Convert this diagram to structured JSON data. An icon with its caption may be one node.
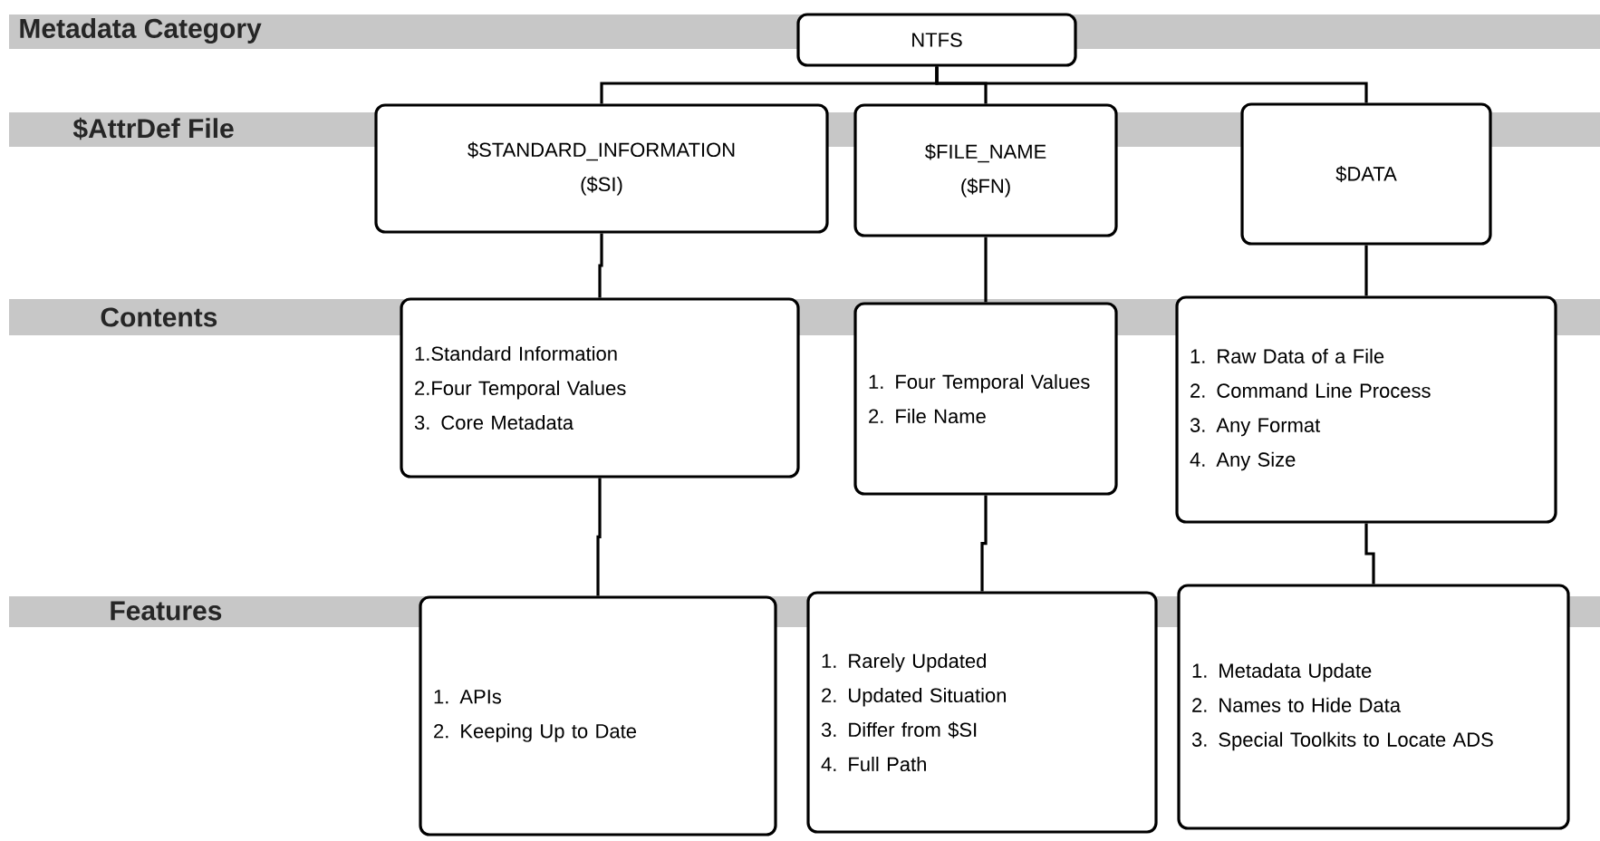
{
  "diagram": {
    "nodes": [
      {
        "text": [
          "NTFS"
        ]
      },
      {
        "text": [
          "$STANDARD_INFORMATION",
          "($SI)"
        ]
      },
      {
        "text": [
          "$FILE_NAME",
          "($FN)"
        ]
      },
      {
        "text": [
          "$DATA"
        ]
      },
      {
        "text": [
          "1.Standard Information",
          "2.Four Temporal Values",
          "3. Core Metadata"
        ]
      },
      {
        "text": [
          "1. Four Temporal Values",
          "2. File Name"
        ]
      },
      {
        "text": [
          "1. Raw Data of a File",
          "2. Command Line Process",
          "3. Any Format",
          "4. Any Size"
        ]
      },
      {
        "text": [
          "1. APIs",
          "2. Keeping Up to Date"
        ]
      },
      {
        "text": [
          "1. Rarely Updated",
          "2. Updated Situation",
          "3. Differ from $SI",
          "4. Full Path"
        ]
      },
      {
        "text": [
          "1. Metadata Update",
          "2. Names to Hide Data",
          "3. Special Toolkits to Locate ADS"
        ]
      }
    ],
    "edges": [
      {
        "from": 0,
        "to": 1,
        "arrow": "none"
      },
      {
        "from": 0,
        "to": 2,
        "arrow": "none"
      },
      {
        "from": 0,
        "to": 3,
        "arrow": "none"
      },
      {
        "from": 1,
        "to": 4,
        "arrow": "none"
      },
      {
        "from": 2,
        "to": 5,
        "arrow": "none"
      },
      {
        "from": 3,
        "to": 6,
        "arrow": "none"
      },
      {
        "from": 4,
        "to": 7,
        "arrow": "none"
      },
      {
        "from": 5,
        "to": 8,
        "arrow": "none"
      },
      {
        "from": 6,
        "to": 9,
        "arrow": "none"
      }
    ],
    "labels": [
      "Metadata Category",
      "$AttrDef File",
      "Contents",
      "Features"
    ]
  }
}
